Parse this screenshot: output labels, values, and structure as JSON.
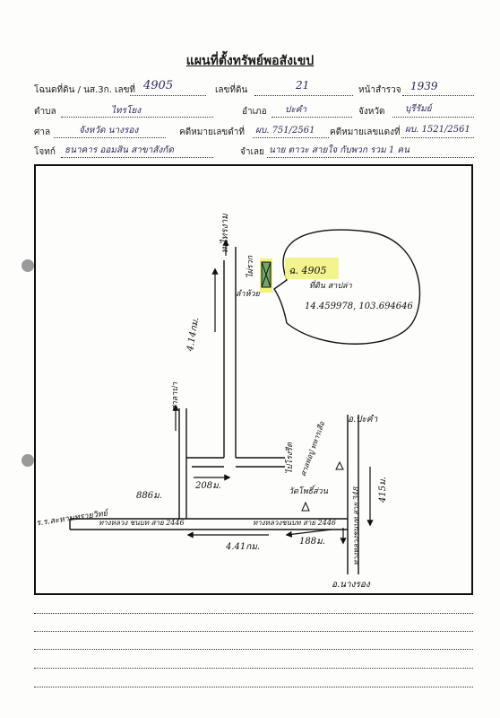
{
  "title": "แผนที่ตั้งทรัพย์พอสังเขป",
  "header": {
    "row1": {
      "deed_label": "โฉนดที่ดิน / นส.3ก. เลขที่",
      "deed_value": "4905",
      "land_no_label": "เลขที่ดิน",
      "land_no_value": "21",
      "survey_page_label": "หน้าสำรวจ",
      "survey_page_value": "1939"
    },
    "row2": {
      "subdistrict_label": "ตำบล",
      "subdistrict_value": "ไทรโยง",
      "district_label": "อำเภอ",
      "district_value": "ปะคำ",
      "province_label": "จังหวัด",
      "province_value": "บุรีรัมย์"
    },
    "row3": {
      "court_label": "ศาล",
      "court_value": "จังหวัด นางรอง",
      "black_case_label": "คดีหมายเลขดำที่",
      "black_case_value": "ผบ. 751/2561",
      "red_case_label": "คดีหมายเลขแดงที่",
      "red_case_value": "ผบ. 1521/2561"
    },
    "row4": {
      "plaintiff_label": "โจทก์",
      "plaintiff_value": "ธนาคาร ออมสิน สาขาสังกัด",
      "defendant_label": "จำเลย",
      "defendant_value": "นาย ตาวะ สายใจ กับพวก รวม 1 คน"
    }
  },
  "map": {
    "north_road": "ท.ไทรงาม",
    "property_label_top": "ไผ่รวก",
    "property_label_side": "ลำห้วย",
    "bubble": {
      "title_prefix": "ฉ.",
      "title_number": "4905",
      "subtitle": "ที่ดิน สาปล่า",
      "coords": "14.459978, 103.694646"
    },
    "dist_vertical": "4.14กม.",
    "left_branch": "ศาลาปา",
    "right_branch": "ไปโรงรีด",
    "dist_208": "208ม.",
    "dist_886": "886ม.",
    "road_2446_west": "ทางหลวง ชนบท สาย 2446",
    "road_2446_east": "ทางหลวงชนบท สาย 2446",
    "east_road": "ทางหลวงชนบท สาย 348",
    "pakham": "อ.ปะคำ",
    "nang_rong": "อ.นางรอง",
    "west_end": "ร.ร.ละหานทรายวิทย์",
    "dist_4_41": "4.41กม.",
    "dist_188": "188ม.",
    "dist_415": "415ม.",
    "landmark_1": "ศาลพ่อปู่ ทหารเสือ",
    "landmark_2": "วัดโพธิ์ส่วน"
  }
}
